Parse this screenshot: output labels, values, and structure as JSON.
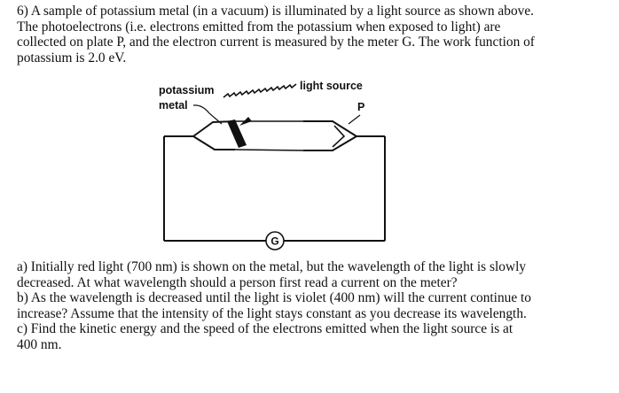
{
  "problem": {
    "lines": [
      "6) A sample of potassium metal (in a vacuum) is illuminated by a light source as shown above.",
      "The photoelectrons (i.e. electrons emitted from the potassium when exposed to light) are",
      "collected on plate P, and the electron current is measured by the meter G.  The work function of",
      "potassium is 2.0 eV."
    ]
  },
  "diagram": {
    "label_metal_line1": "potassium",
    "label_metal_line2": "metal",
    "label_light": "light source",
    "label_plate": "P",
    "label_meter": "G"
  },
  "questions": {
    "lines": [
      "a) Initially red light (700 nm) is shown on the metal, but the wavelength of the light is slowly",
      "decreased.  At what wavelength should a person first read a current on the meter?",
      "b) As the wavelength is decreased until the light is violet (400 nm) will the current continue to",
      "increase?  Assume that the intensity of the light stays constant as you decrease its wavelength.",
      "c) Find the kinetic energy and the speed of the electrons emitted when the light source is at",
      "400 nm."
    ]
  }
}
